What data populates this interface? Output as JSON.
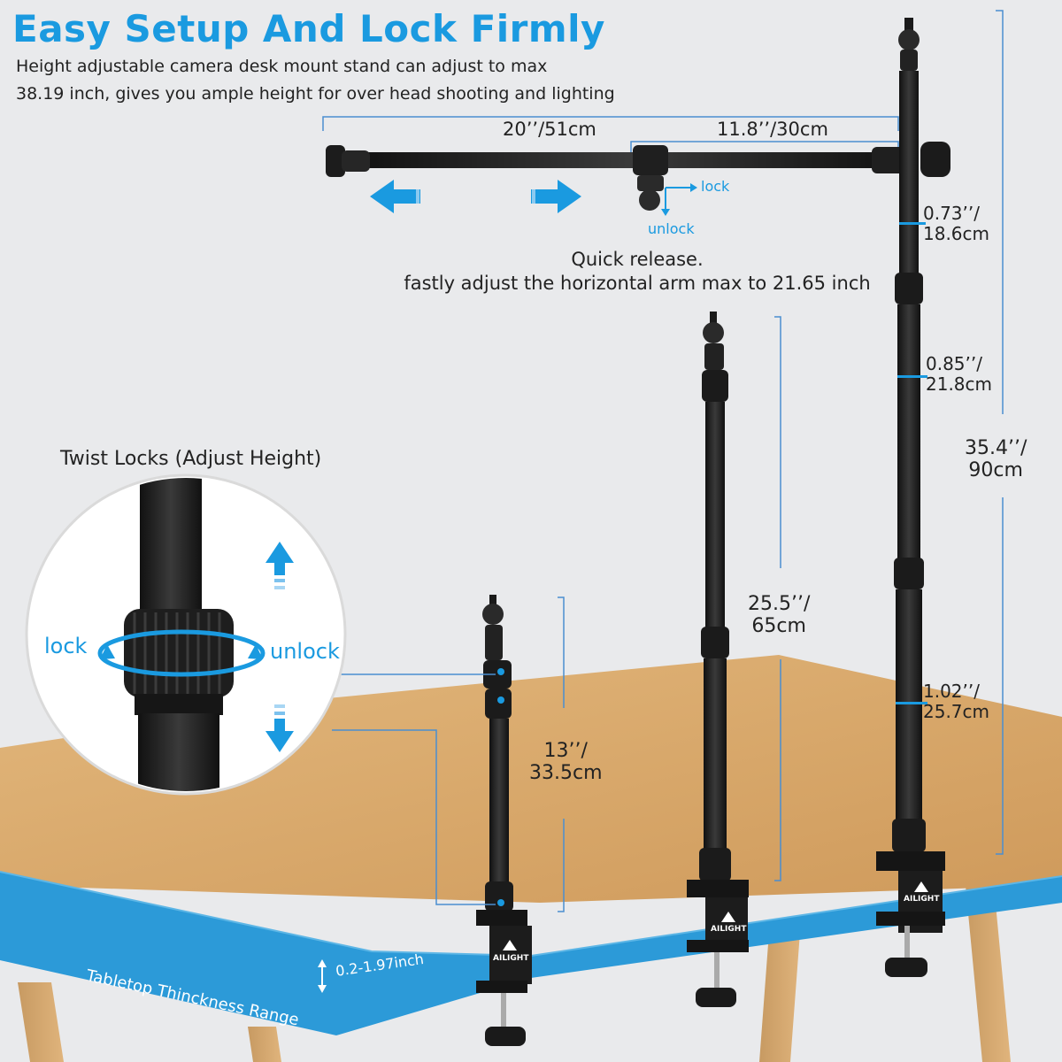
{
  "header": {
    "title": "Easy Setup And Lock Firmly",
    "description_line1": "Height adjustable camera desk mount stand can adjust to max",
    "description_line2": "38.19 inch, gives you ample height for over head shooting and lighting"
  },
  "arm": {
    "total_length": "20’’/51cm",
    "short_length": "11.8’’/30cm",
    "lock_label": "lock",
    "unlock_label": "unlock",
    "quick_release_line1": "Quick release.",
    "quick_release_line2": "fastly adjust the horizontal arm max to 21.65 inch"
  },
  "diameters": [
    {
      "inch": "0.73’’/",
      "cm": "18.6cm"
    },
    {
      "inch": "0.85’’/",
      "cm": "21.8cm"
    },
    {
      "inch": "1.02’’/",
      "cm": "25.7cm"
    }
  ],
  "heights": {
    "large": {
      "inch": "35.4’’/",
      "cm": "90cm"
    },
    "medium": {
      "inch": "25.5’’/",
      "cm": "65cm"
    },
    "small": {
      "inch": "13’’/",
      "cm": "33.5cm"
    }
  },
  "twist": {
    "title": "Twist Locks (Adjust Height)",
    "lock_label": "lock",
    "unlock_label": "unlock"
  },
  "tabletop": {
    "label": "Tabletop Thinckness Range",
    "range": "0.2-1.97inch"
  },
  "brand": {
    "name": "AILIGHT"
  },
  "colors": {
    "accent": "#1a9ae0",
    "table_wood": "#d9a86a",
    "table_edge": "#2c9ad8",
    "background": "#e9eaec"
  }
}
